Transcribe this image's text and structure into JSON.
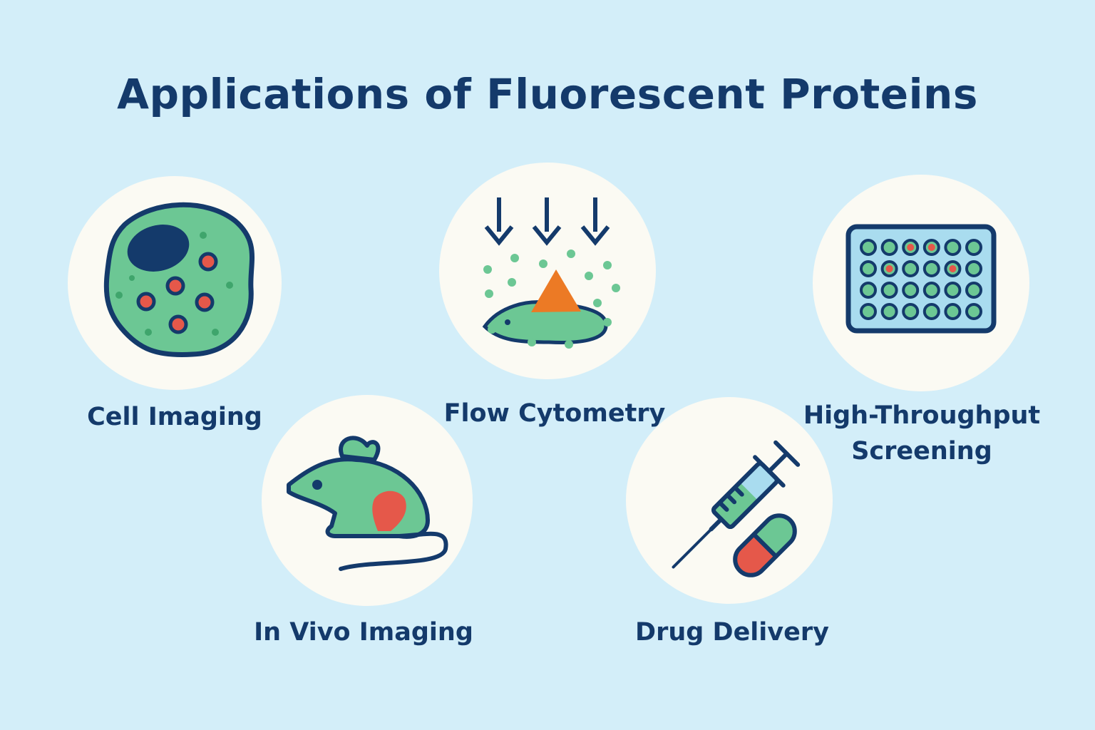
{
  "title": "Applications of Fluorescent Proteins",
  "colors": {
    "background": "#d3eef9",
    "circle": "#fbfaf3",
    "navy": "#143a6b",
    "green": "#6cc794",
    "red": "#e5584a",
    "orange": "#ec7a25"
  },
  "applications": [
    {
      "label": "Cell Imaging",
      "icon": "cell-icon"
    },
    {
      "label": "Flow Cytometry",
      "icon": "flow-cytometry-icon"
    },
    {
      "label_line1": "High-Throughput",
      "label_line2": "Screening",
      "icon": "well-plate-icon"
    },
    {
      "label": "In Vivo Imaging",
      "icon": "mouse-icon"
    },
    {
      "label": "Drug Delivery",
      "icon": "syringe-pill-icon"
    }
  ]
}
